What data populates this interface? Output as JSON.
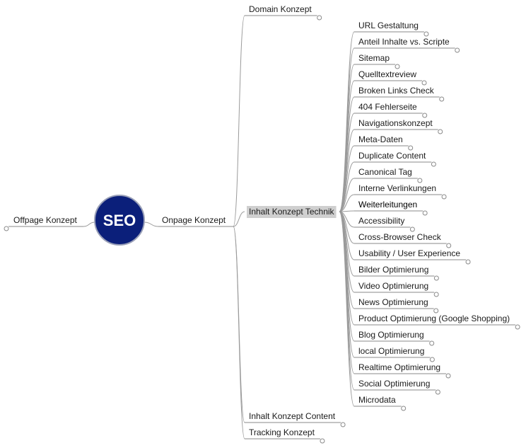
{
  "center": {
    "label": "SEO",
    "fill": "#0b1f7a",
    "stroke": "#9aa0b8"
  },
  "left_branch": {
    "label": "Offpage Konzept"
  },
  "right_branch": {
    "label": "Onpage Konzept",
    "children": [
      {
        "label": "Domain Konzept"
      },
      {
        "label": "Inhalt Konzept Technik",
        "selected": true,
        "children": [
          {
            "label": "URL Gestaltung"
          },
          {
            "label": "Anteil Inhalte vs. Scripte"
          },
          {
            "label": "Sitemap"
          },
          {
            "label": "Quelltextreview"
          },
          {
            "label": "Broken Links Check"
          },
          {
            "label": "404 Fehlerseite"
          },
          {
            "label": "Navigationskonzept"
          },
          {
            "label": "Meta-Daten"
          },
          {
            "label": "Duplicate Content"
          },
          {
            "label": "Canonical Tag"
          },
          {
            "label": "Interne Verlinkungen"
          },
          {
            "label": "Weiterleitungen"
          },
          {
            "label": "Accessibility"
          },
          {
            "label": "Cross-Browser Check"
          },
          {
            "label": "Usability / User Experience"
          },
          {
            "label": "Bilder Optimierung"
          },
          {
            "label": "Video Optimierung"
          },
          {
            "label": "News Optimierung"
          },
          {
            "label": "Product Optimierung (Google Shopping)"
          },
          {
            "label": "Blog Optimierung"
          },
          {
            "label": "local Optimierung"
          },
          {
            "label": "Realtime Optimierung"
          },
          {
            "label": "Social Optimierung"
          },
          {
            "label": "Microdata"
          }
        ]
      },
      {
        "label": "Inhalt Konzept Content"
      },
      {
        "label": "Tracking Konzept"
      }
    ]
  }
}
